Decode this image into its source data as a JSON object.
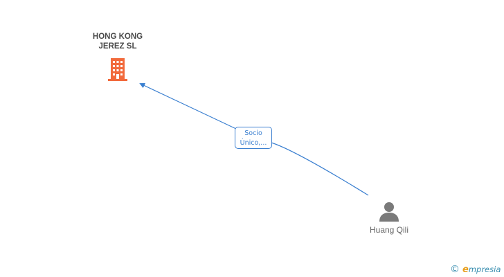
{
  "company": {
    "name": "HONG KONG\nJEREZ SL",
    "icon": "building-icon",
    "color": "#f26a3c"
  },
  "relation": {
    "label_line1": "Socio",
    "label_line2": "Único,...",
    "color": "#3a7fd0"
  },
  "person": {
    "name": "Huang Qili",
    "icon": "person-icon",
    "color": "#7a7a7a"
  },
  "footer": {
    "copyright_symbol": "©",
    "brand_first_letter": "e",
    "brand_rest": "mpresia",
    "color": "#3a8fb0"
  }
}
